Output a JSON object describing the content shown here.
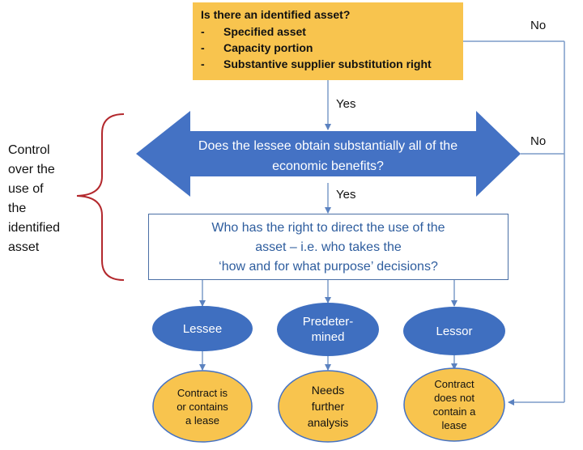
{
  "asset_box": {
    "question": "Is there an identified asset?",
    "items": [
      {
        "dash": "-",
        "text": "Specified asset"
      },
      {
        "dash": "-",
        "text": "Capacity portion"
      },
      {
        "dash": "-",
        "text": "Substantive supplier substitution right"
      }
    ]
  },
  "labels": {
    "no_top": "No",
    "no_mid": "No",
    "yes_top": "Yes",
    "yes_mid": "Yes"
  },
  "control_label": [
    "Control",
    "over the",
    "use of",
    "the",
    "identified",
    "asset"
  ],
  "banner": {
    "line1": "Does the lessee obtain substantially all of the",
    "line2": "economic benefits?"
  },
  "direct_box": {
    "line1": "Who has the right to direct the use of the",
    "line2": "asset – i.e. who takes the",
    "line3": "‘how and for what purpose’ decisions?"
  },
  "outcomes": [
    {
      "who_line1": "Lessee",
      "who_line2": "",
      "result": [
        "Contract is",
        "or contains",
        "a lease"
      ]
    },
    {
      "who_line1": "Predeter-",
      "who_line2": "mined",
      "result": [
        "Needs",
        "further",
        "analysis"
      ]
    },
    {
      "who_line1": "Lessor",
      "who_line2": "",
      "result": [
        "Contract",
        "does not",
        "contain a",
        "lease"
      ]
    }
  ],
  "colors": {
    "blue": "#4472c4",
    "ellipse_blue": "#3f6fc0",
    "yellow": "#f8c44e",
    "bracket_red": "#b3282d",
    "line": "#7c9cc9"
  }
}
